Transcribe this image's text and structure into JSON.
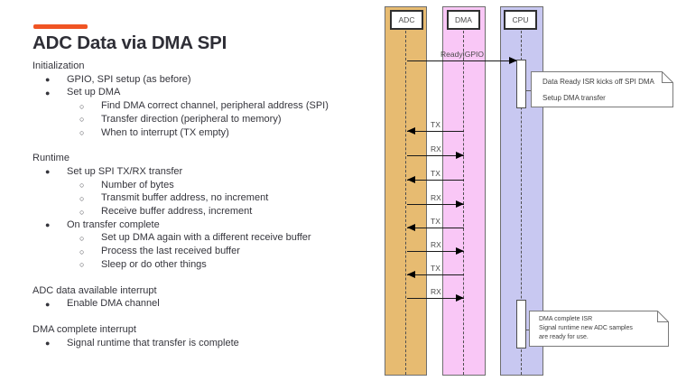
{
  "slide": {
    "accent_color": "#f05423",
    "title": "ADC Data via DMA SPI",
    "sections": [
      {
        "heading": "Initialization",
        "bullets": [
          {
            "text": "GPIO, SPI setup (as before)",
            "sub": []
          },
          {
            "text": "Set up DMA",
            "sub": [
              "Find DMA correct channel, peripheral address (SPI)",
              "Transfer direction (peripheral to memory)",
              "When to interrupt (TX empty)"
            ]
          }
        ]
      },
      {
        "heading": "Runtime",
        "bullets": [
          {
            "text": "Set up SPI TX/RX transfer",
            "sub": [
              "Number of bytes",
              "Transmit buffer address, no increment",
              "Receive buffer address, increment"
            ]
          },
          {
            "text": "On transfer complete",
            "sub": [
              "Set up DMA  again with a different receive buffer",
              "Process the last received buffer",
              "Sleep or do other things"
            ]
          }
        ]
      },
      {
        "heading": "ADC data available interrupt",
        "bullets": [
          {
            "text": "Enable DMA channel",
            "sub": []
          }
        ]
      },
      {
        "heading": "DMA complete interrupt",
        "bullets": [
          {
            "text": "Signal runtime that transfer is complete",
            "sub": []
          }
        ]
      }
    ]
  },
  "icons": {
    "bullet_filled": "●",
    "bullet_hollow": "○"
  },
  "diagram": {
    "lanes": [
      {
        "label": "ADC",
        "fill": "#e7bb71"
      },
      {
        "label": "DMA",
        "fill": "#f9c7f6"
      },
      {
        "label": "CPU",
        "fill": "#c8c8f1"
      }
    ],
    "messages": [
      {
        "label": "Ready|GPIO",
        "from": "ADC",
        "to": "CPU"
      },
      {
        "label": "TX",
        "from": "DMA",
        "to": "ADC"
      },
      {
        "label": "RX",
        "from": "ADC",
        "to": "DMA"
      },
      {
        "label": "TX",
        "from": "DMA",
        "to": "ADC"
      },
      {
        "label": "RX",
        "from": "ADC",
        "to": "DMA"
      },
      {
        "label": "TX",
        "from": "DMA",
        "to": "ADC"
      },
      {
        "label": "RX",
        "from": "ADC",
        "to": "DMA"
      },
      {
        "label": "TX",
        "from": "DMA",
        "to": "ADC"
      },
      {
        "label": "RX",
        "from": "ADC",
        "to": "DMA"
      }
    ],
    "notes": [
      {
        "lines": [
          "Data Ready ISR kicks off SPI DMA",
          "Setup DMA transfer"
        ]
      },
      {
        "lines": [
          "DMA complete ISR",
          "Signal runtime new ADC samples",
          "are ready for use."
        ]
      }
    ]
  }
}
